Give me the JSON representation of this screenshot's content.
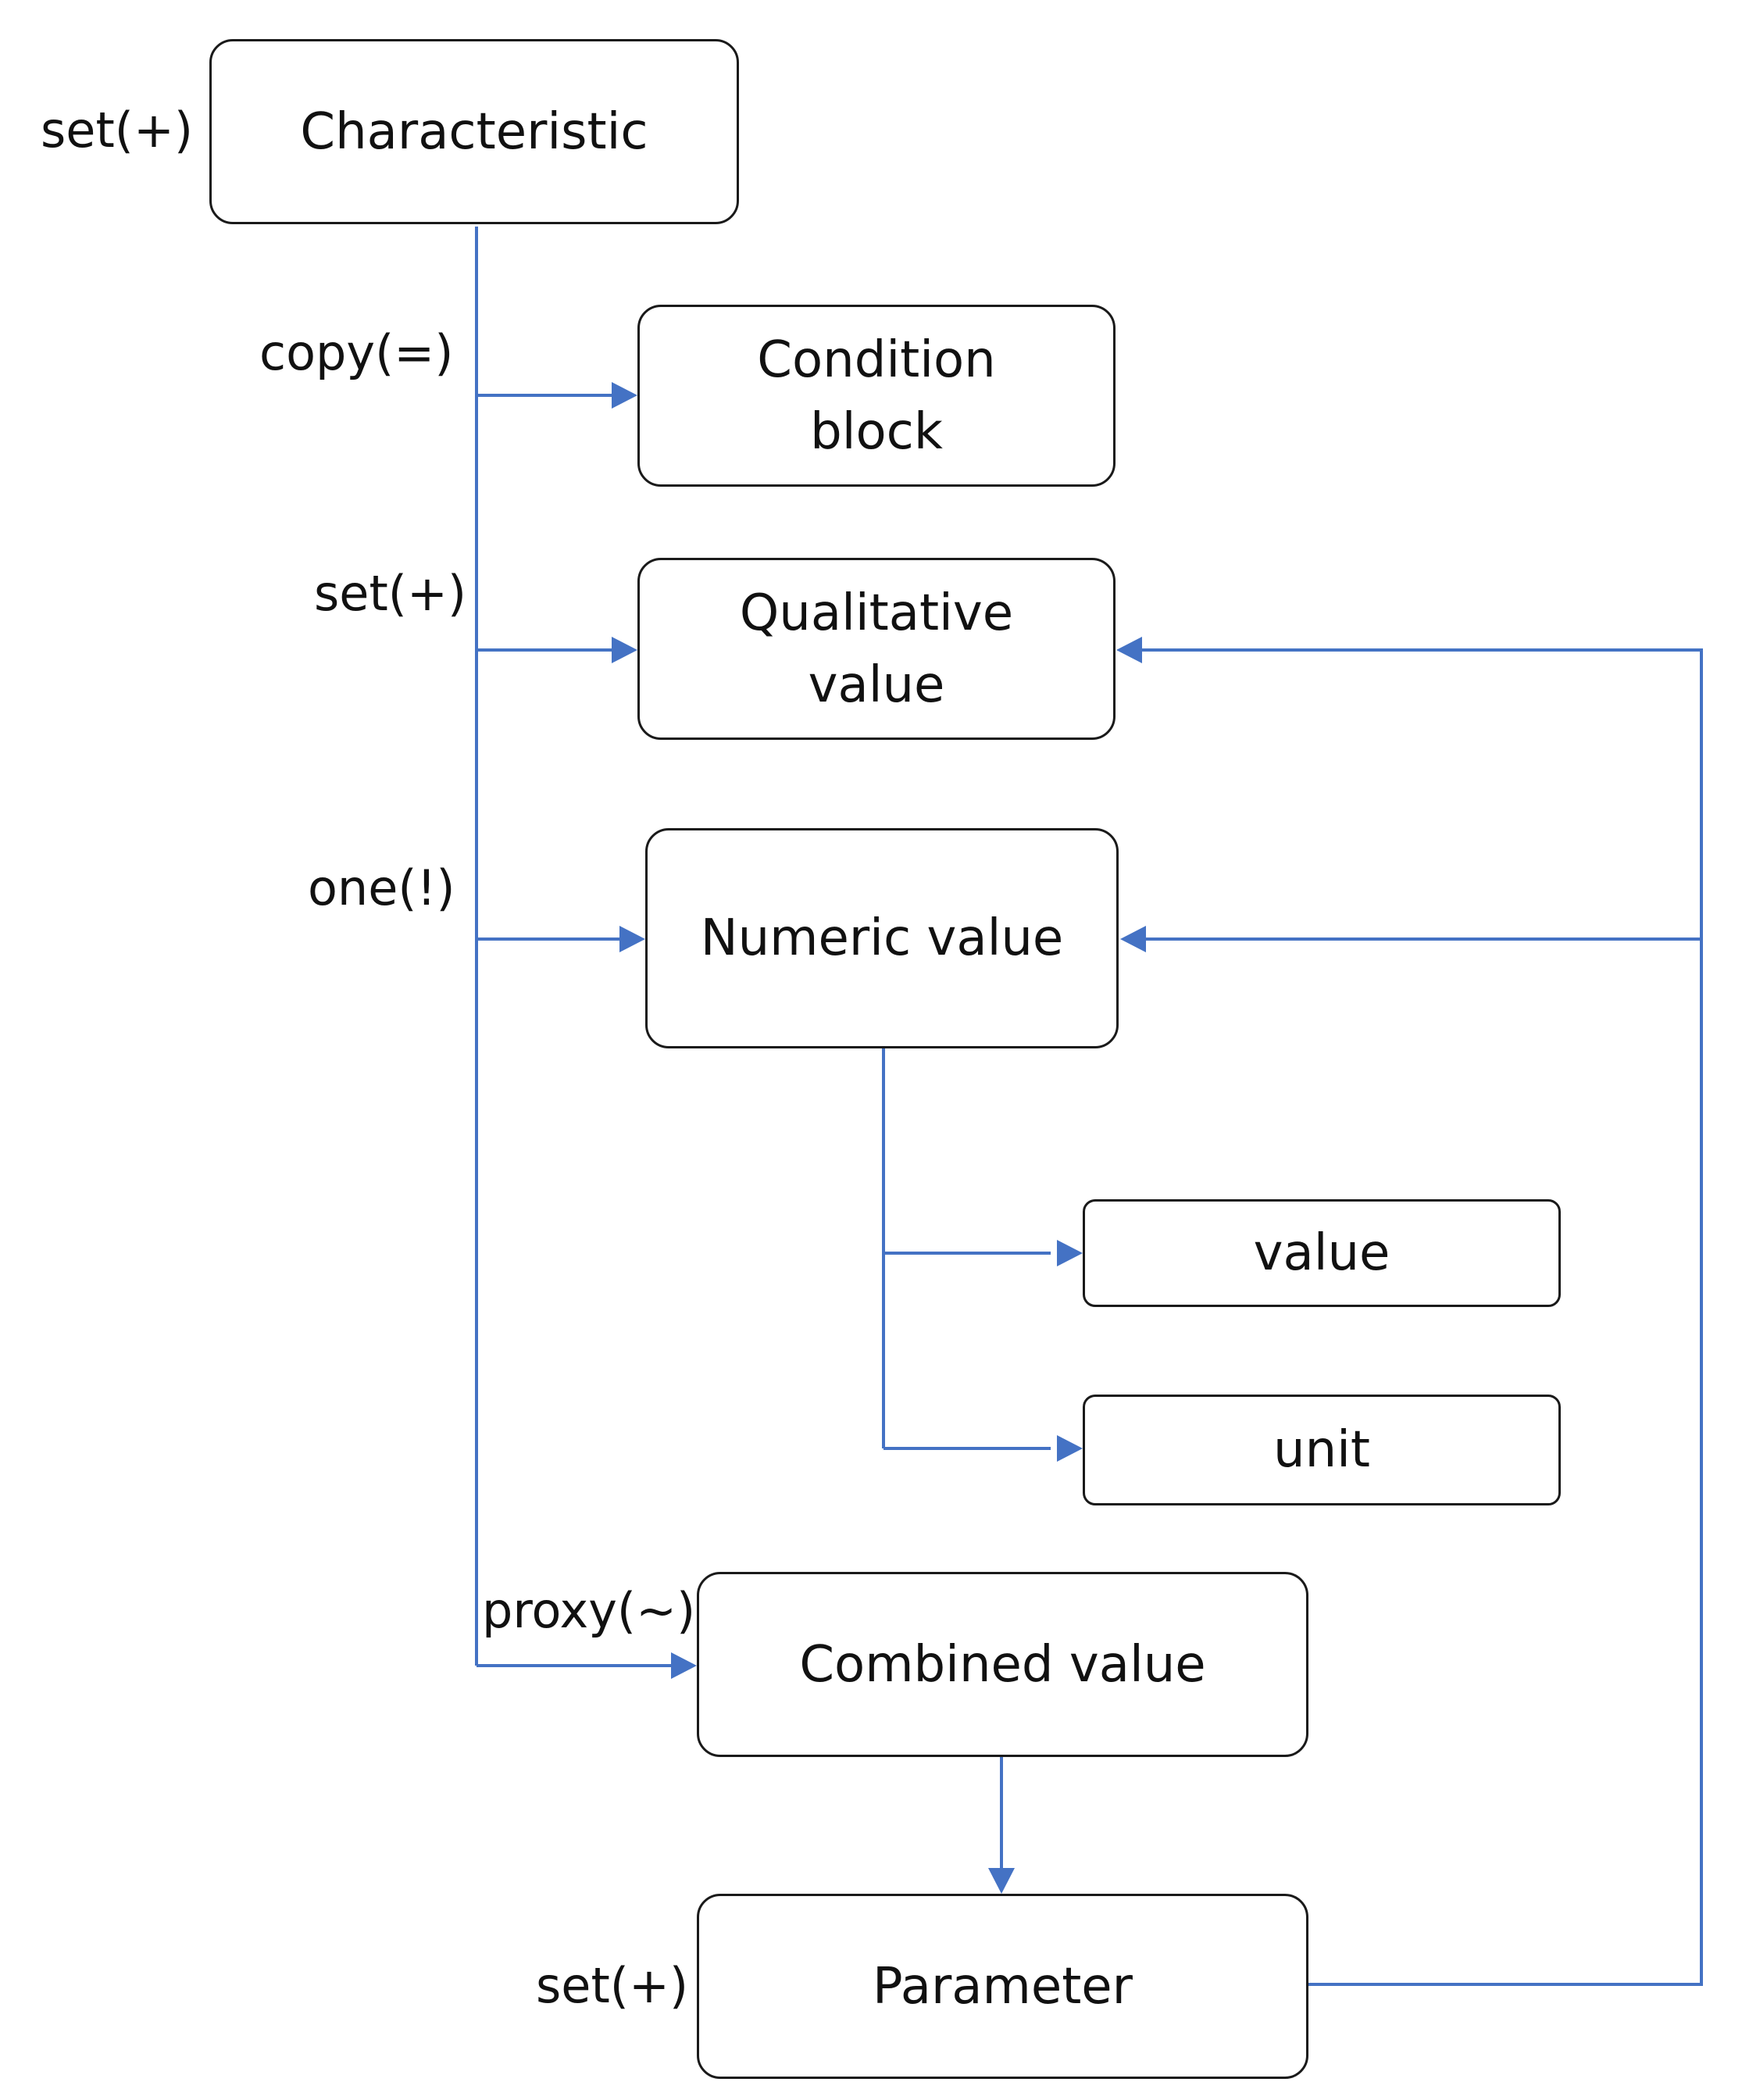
{
  "nodes": {
    "characteristic": "Characteristic",
    "condition_block": "Condition block",
    "qualitative_value": "Qualitative value",
    "numeric_value": "Numeric value",
    "value": "value",
    "unit": "unit",
    "combined_value": "Combined value",
    "parameter": "Parameter"
  },
  "labels": {
    "characteristic_set": "set(+)",
    "copy": "copy(=)",
    "set_qualitative": "set(+)",
    "one": "one(!)",
    "proxy": "proxy(~)",
    "parameter_set": "set(+)"
  },
  "colors": {
    "connector": "#4472C4",
    "border": "#1a1a1a",
    "text": "#111111"
  }
}
